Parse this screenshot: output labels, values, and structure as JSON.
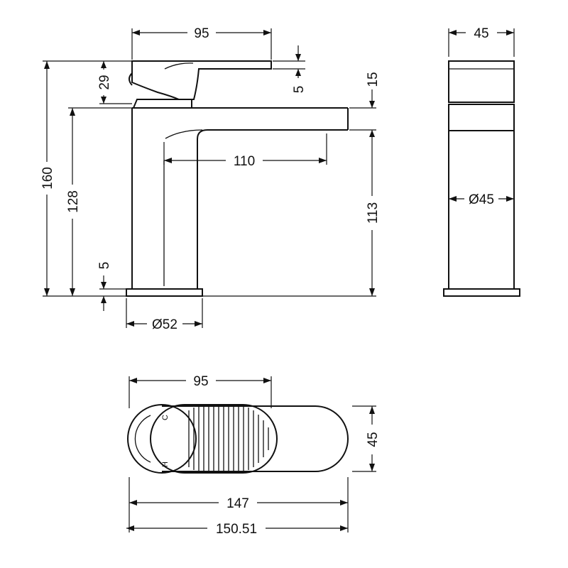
{
  "front_view": {
    "handle_length": "95",
    "handle_height": "29",
    "handle_thickness": "5",
    "total_height": "160",
    "spout_height": "128",
    "spout_reach": "110",
    "spout_thickness": "15",
    "spout_clearance": "113",
    "base_plate": "5",
    "base_diameter": "Ø52"
  },
  "side_view": {
    "width": "45",
    "body_diameter": "Ø45"
  },
  "plan_view": {
    "handle_length": "95",
    "width": "45",
    "spout_length": "147",
    "overall_length": "150.51",
    "cold_mark": "C",
    "hot_mark": "H"
  }
}
